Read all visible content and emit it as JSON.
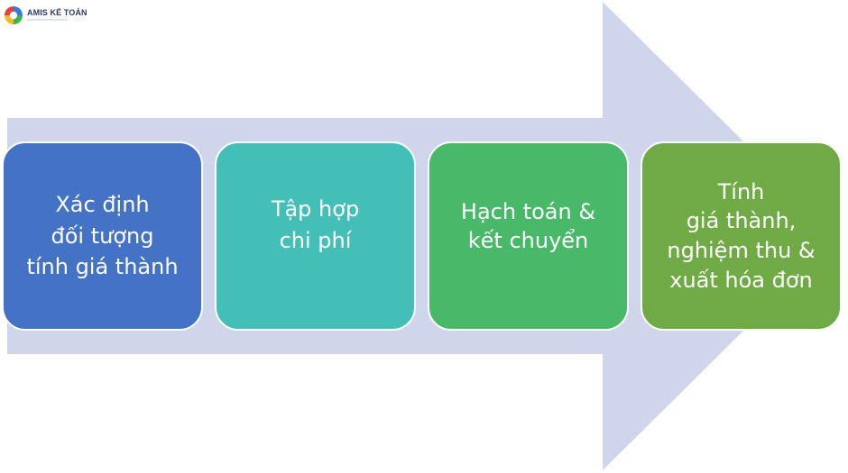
{
  "brand": {
    "name": "AMIS KẾ TOÁN"
  },
  "steps": [
    {
      "label": "Xác định\nđối tượng\ntính giá thành",
      "color": "#4472c4"
    },
    {
      "label": "Tập hợp\nchi phí",
      "color": "#43bfb8"
    },
    {
      "label": "Hạch toán &\nkết chuyển",
      "color": "#48b968"
    },
    {
      "label": "Tính\ngiá thành,\nnghiệm thu &\nxuất hóa đơn",
      "color": "#6faa44"
    }
  ],
  "colors": {
    "arrow": "#cfd5ea"
  }
}
